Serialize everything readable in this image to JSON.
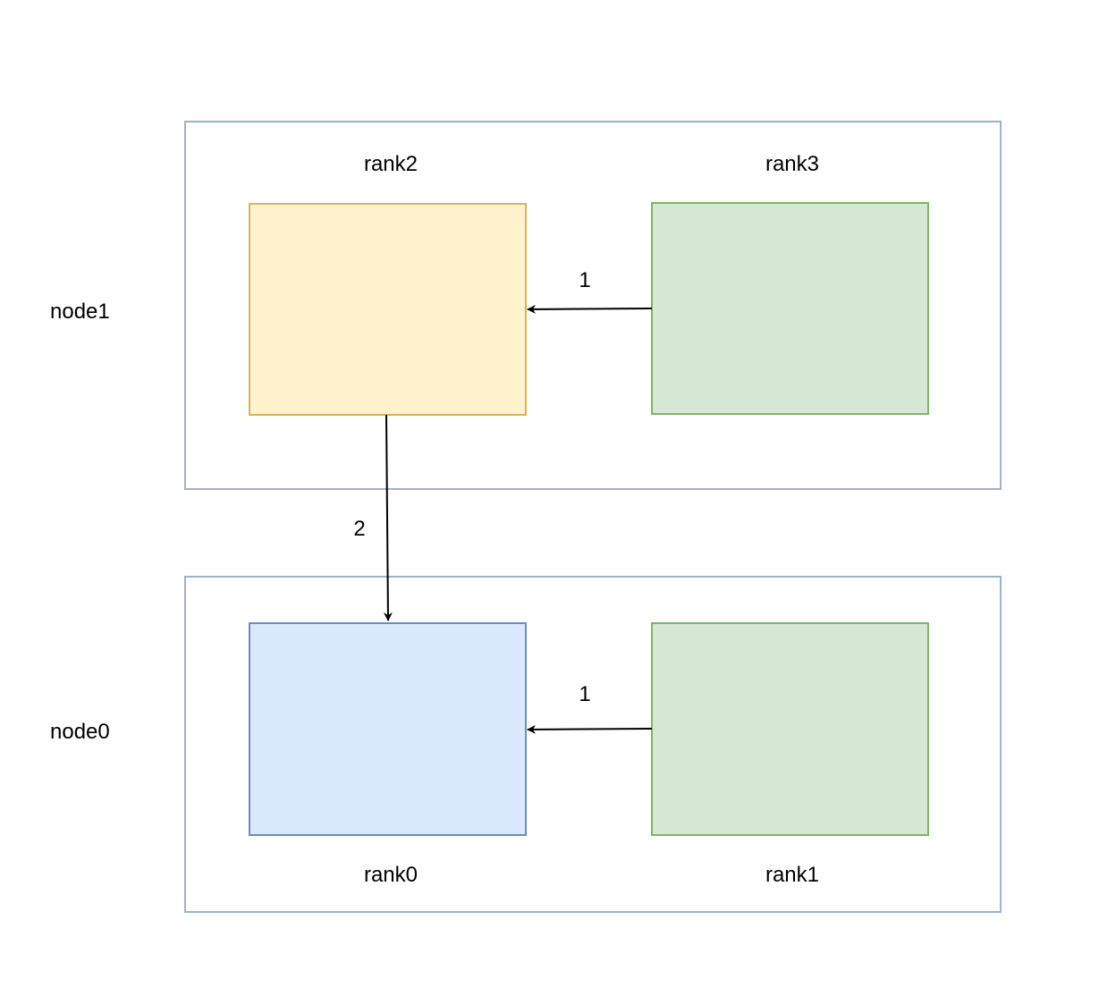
{
  "nodes": [
    {
      "id": "node1",
      "label": "node1"
    },
    {
      "id": "node0",
      "label": "node0"
    }
  ],
  "ranks": [
    {
      "id": "rank2",
      "label": "rank2",
      "node": "node1",
      "fill": "#fff2cc",
      "stroke": "#d6b656"
    },
    {
      "id": "rank3",
      "label": "rank3",
      "node": "node1",
      "fill": "#d5e8d4",
      "stroke": "#82b366"
    },
    {
      "id": "rank0",
      "label": "rank0",
      "node": "node0",
      "fill": "#dae8fc",
      "stroke": "#6c8ebf"
    },
    {
      "id": "rank1",
      "label": "rank1",
      "node": "node0",
      "fill": "#d5e8d4",
      "stroke": "#82b366"
    }
  ],
  "edges": [
    {
      "from": "rank3",
      "to": "rank2",
      "label": "1"
    },
    {
      "from": "rank2",
      "to": "rank0",
      "label": "2"
    },
    {
      "from": "rank1",
      "to": "rank0",
      "label": "1"
    }
  ],
  "colors": {
    "node_border": "#9fb2cd",
    "edge": "#000000"
  }
}
